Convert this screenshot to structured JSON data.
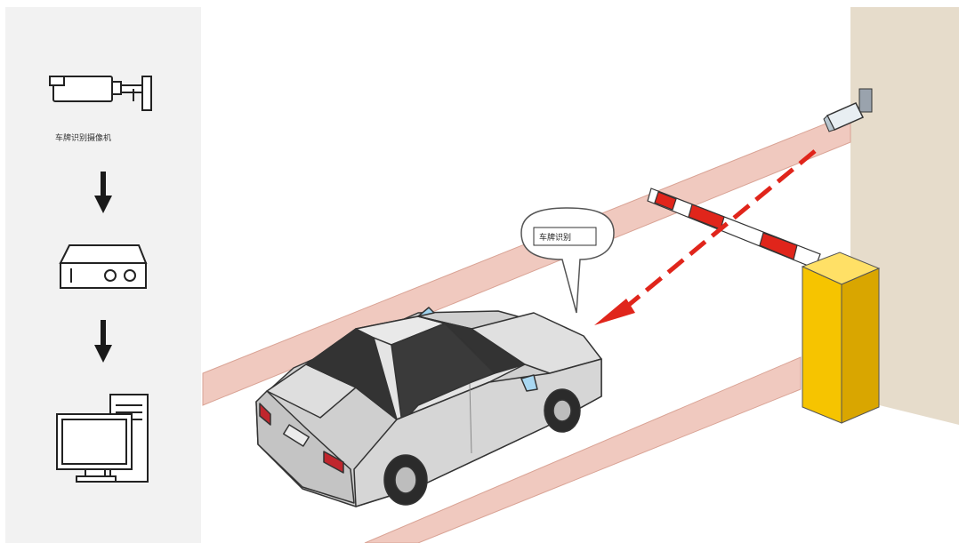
{
  "flow": {
    "camera_label": "车牌识别摄像机",
    "steps": [
      "camera",
      "controller",
      "computer"
    ]
  },
  "speech_bubble": {
    "text": "车牌识别"
  },
  "colors": {
    "panel_bg": "#f2f2f2",
    "lane_stripe": "#f0c9bf",
    "lane_stripe_edge": "#d9a395",
    "wall": "#e6dccb",
    "barrier_box": "#f6c400",
    "barrier_box_dark": "#d9a600",
    "boom_red": "#e0251b",
    "arrow_red": "#e0251b",
    "car_body": "#d3d3d3",
    "car_window": "#333333"
  },
  "icons": [
    "camera-icon",
    "arrow-down-icon",
    "controller-icon",
    "computer-icon"
  ]
}
